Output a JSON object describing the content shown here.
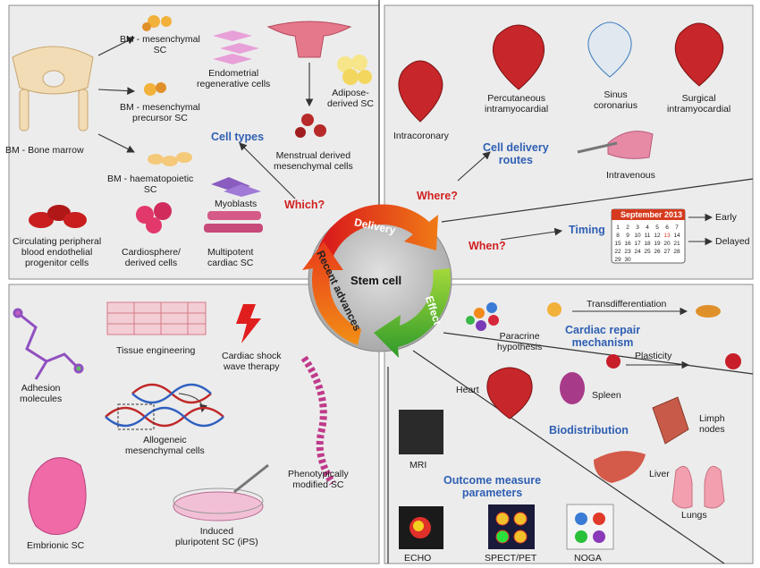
{
  "center": {
    "title": "Stem cell",
    "ring": [
      "Delivery",
      "Effect",
      "Recent advances"
    ]
  },
  "questions": {
    "which": "Which?",
    "where": "Where?",
    "when": "When?"
  },
  "cell_types": {
    "header": "Cell types",
    "items": {
      "bone_marrow": "BM - Bone marrow",
      "bm_mesenchymal": [
        "BM - mesenchymal",
        "SC"
      ],
      "bm_precursor": [
        "BM - mesenchymal",
        "precursor SC"
      ],
      "bm_haematopoietic": [
        "BM - haematopoietic",
        "SC"
      ],
      "endometrial": [
        "Endometrial",
        "regenerative cells"
      ],
      "adipose": [
        "Adipose-",
        "derived SC"
      ],
      "menstrual": [
        "Menstrual derived",
        "mesenchymal cells"
      ],
      "myoblasts": "Myoblasts",
      "circulating": [
        "Circulating peripheral",
        "blood endothelial",
        "progenitor cells"
      ],
      "cardiosphere": [
        "Cardiosphere/",
        "derived cells"
      ],
      "multipotent": [
        "Multipotent",
        "cardiac SC"
      ]
    }
  },
  "delivery": {
    "header": [
      "Cell delivery",
      "routes"
    ],
    "items": {
      "intracoronary": "Intracoronary",
      "percutaneous": [
        "Percutaneous",
        "intramyocardial"
      ],
      "sinus": [
        "Sinus",
        "coronarius"
      ],
      "surgical": [
        "Surgical",
        "intramyocardial"
      ],
      "intravenous": "Intravenous"
    }
  },
  "timing": {
    "header": "Timing",
    "calendar_title": "September 2013",
    "calendar_days": [
      "1",
      "2",
      "3",
      "4",
      "5",
      "6",
      "7",
      "8",
      "9",
      "10",
      "11",
      "12",
      "13",
      "14",
      "15",
      "16",
      "17",
      "18",
      "19",
      "20",
      "21",
      "22",
      "23",
      "24",
      "25",
      "26",
      "27",
      "28",
      "29",
      "30"
    ],
    "early": "Early",
    "delayed": "Delayed"
  },
  "advances": {
    "tissue": "Tissue engineering",
    "shock": [
      "Cardiac shock",
      "wave therapy"
    ],
    "adhesion": [
      "Adhesion",
      "molecules"
    ],
    "allogeneic": [
      "Allogeneic",
      "mesenchymal cells"
    ],
    "phenotypic": [
      "Phenotypically",
      "modified SC"
    ],
    "embryonic": "Embrionic SC",
    "ips": [
      "Induced",
      "pluripotent SC (iPS)"
    ]
  },
  "repair": {
    "header": [
      "Cardiac repair",
      "mechanism"
    ],
    "transdiff": "Transdifferentiation",
    "paracrine": [
      "Paracrine",
      "hypothesis"
    ],
    "plasticity": "Plasticity"
  },
  "biodistribution": {
    "header": "Biodistribution",
    "heart": "Heart",
    "spleen": "Spleen",
    "limph": [
      "Limph",
      "nodes"
    ],
    "liver": "Liver",
    "lungs": "Lungs"
  },
  "outcome": {
    "header": [
      "Outcome measure",
      "parameters"
    ],
    "mri": "MRI",
    "echo": "ECHO",
    "spect": "SPECT/PET",
    "noga": "NOGA"
  },
  "colors": {
    "panel_bg": "#ededed",
    "header_blue": "#2f5fb3",
    "question_red": "#d11f1f"
  }
}
